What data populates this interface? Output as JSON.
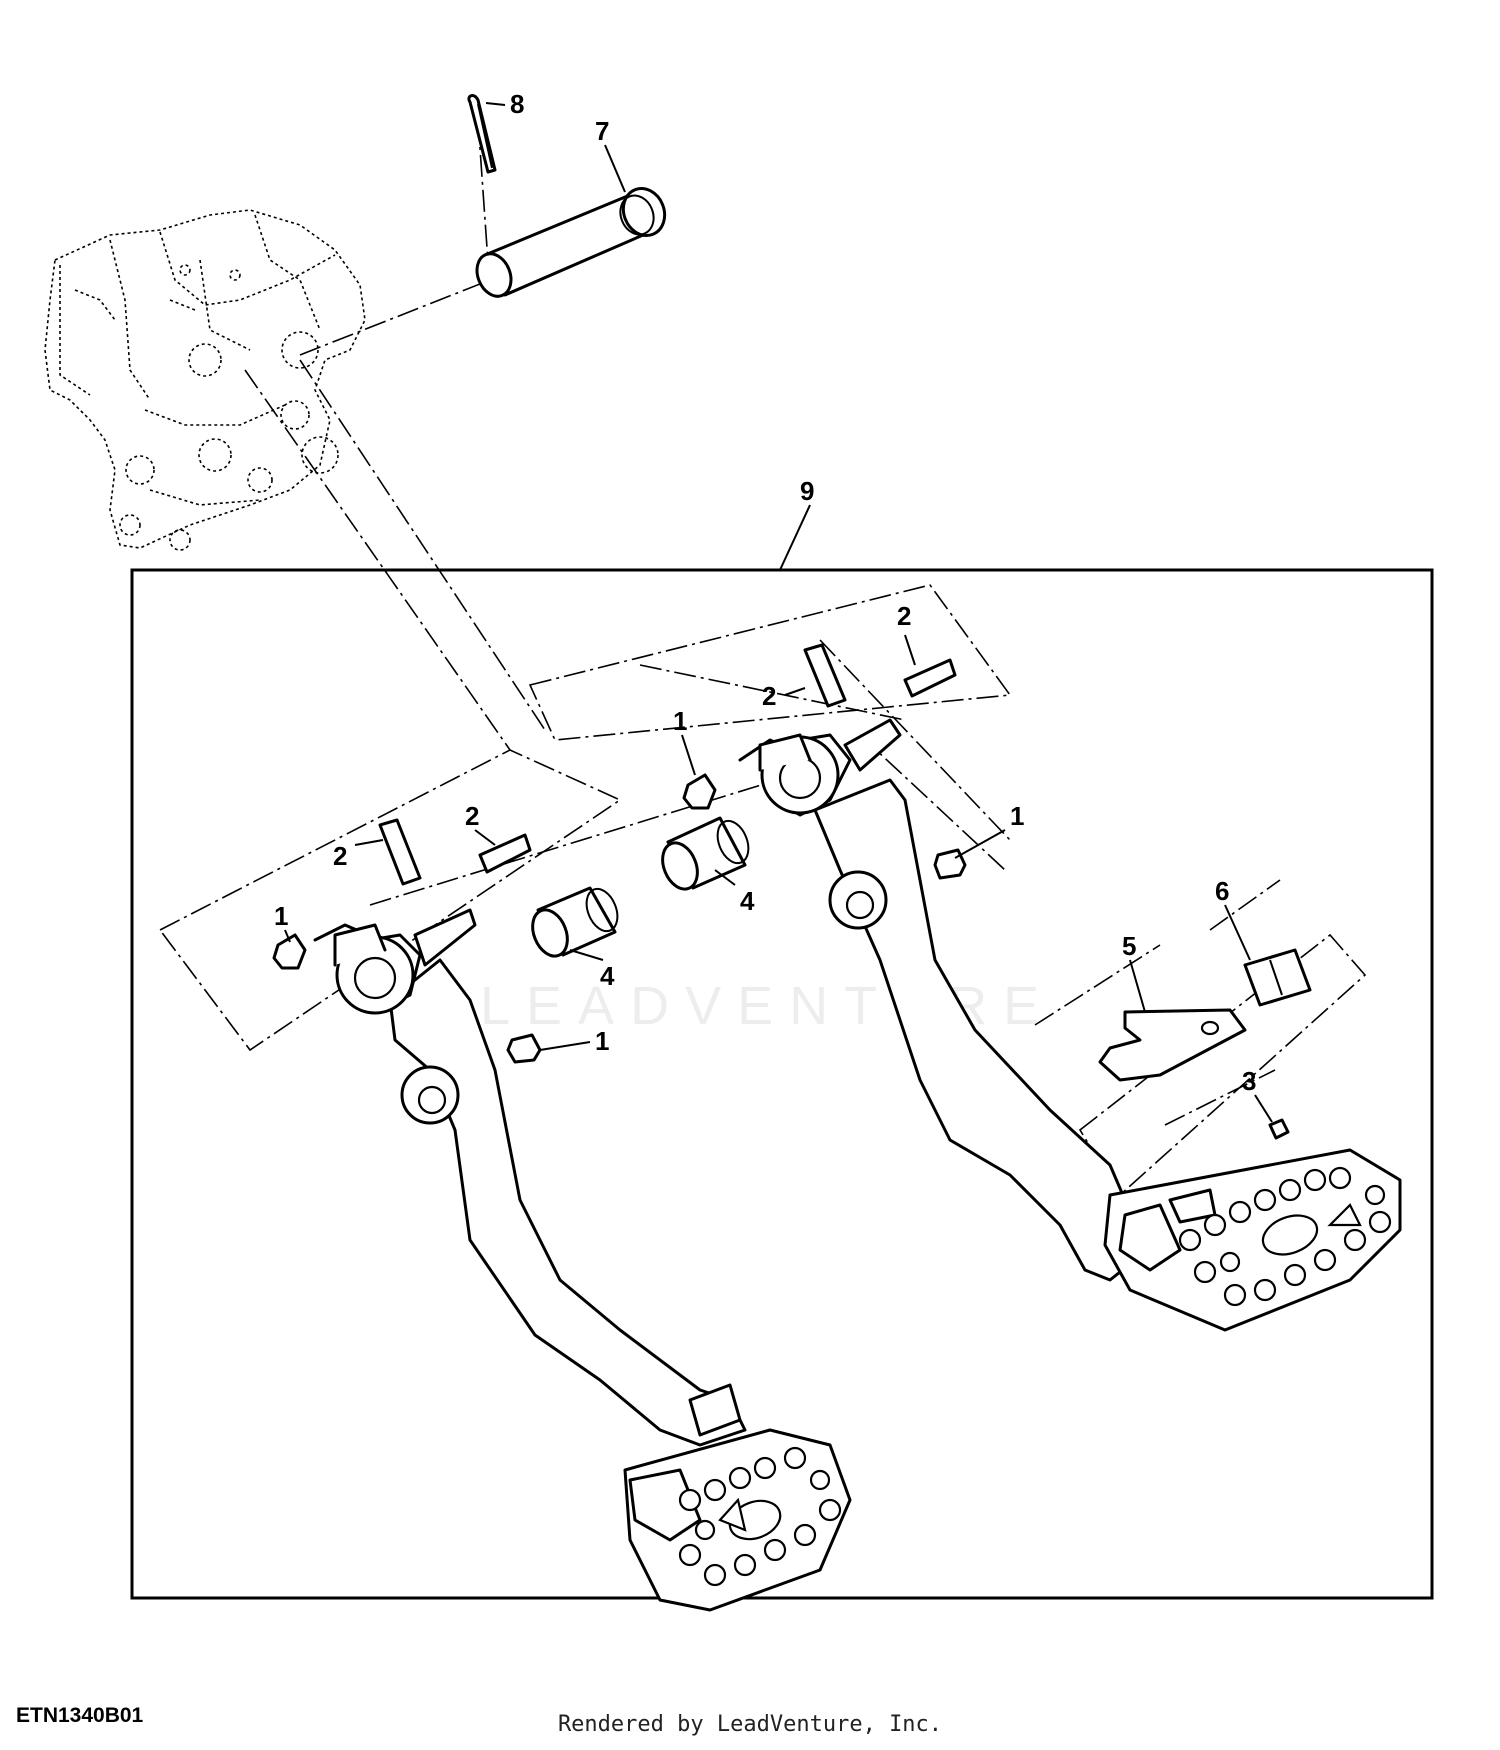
{
  "diagram": {
    "callouts": [
      "8",
      "7",
      "9",
      "2",
      "2",
      "1",
      "1",
      "2",
      "2",
      "1",
      "4",
      "4",
      "1",
      "5",
      "6",
      "3"
    ]
  },
  "watermark": "LEADVENTURE",
  "figure_code": "ETN1340B01",
  "render_credit": "Rendered by LeadVenture, Inc."
}
